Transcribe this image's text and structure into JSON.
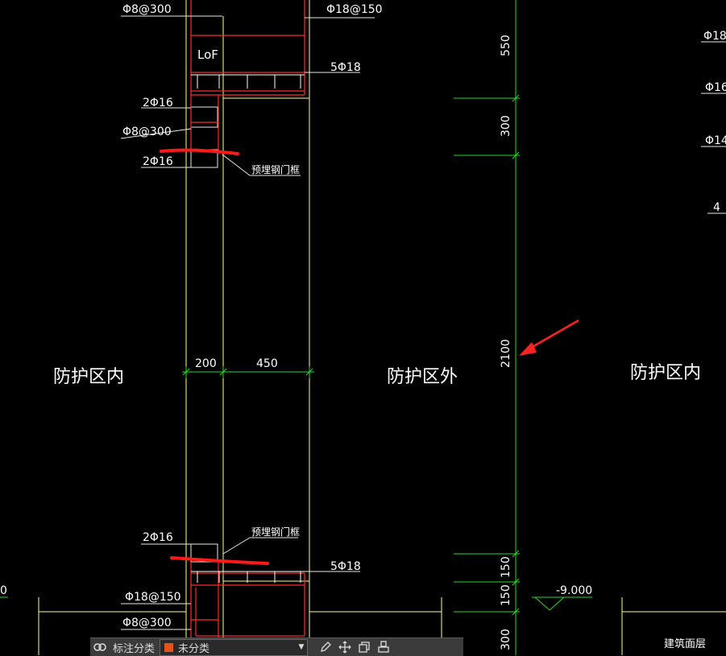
{
  "annotations": {
    "rebar_top_left": "Φ8@300",
    "rebar_top_right": "Φ18@150",
    "beam_label": "LoF",
    "rebar_5_top": "5Φ18",
    "rebar_2_upper_a": "2Φ16",
    "rebar_phi8_mid": "Φ8@300",
    "rebar_2_upper_b": "2Φ16",
    "embedded_upper": "预埋钢门框",
    "rebar_2_lower": "2Φ16",
    "embedded_lower": "预埋钢门框",
    "rebar_5_bottom": "5Φ18",
    "rebar_bottom_a": "Φ18@150",
    "rebar_bottom_b": "Φ8@300",
    "right_a": "Φ18",
    "right_b": "Φ16",
    "right_c": "Φ14",
    "right_d": "4"
  },
  "dimensions": {
    "wall_a": "200",
    "wall_b": "450",
    "vertical_550": "550",
    "vertical_300": "300",
    "vertical_2100": "2100",
    "vertical_150a": "150",
    "vertical_150b": "150",
    "vertical_300b": "300",
    "elevation": "-9.000",
    "left_edge": "0"
  },
  "zones": {
    "inside_left": "防护区内",
    "outside": "防护区外",
    "inside_right": "防护区内",
    "floor_layer": "建筑面层",
    "hidden_a": "建筑面层",
    "hidden_b": "建筑面层"
  },
  "toolbar": {
    "icons": [
      "layer-match-icon"
    ],
    "label": "标注分类",
    "select_value": "未分类",
    "swatch_color": "#e8501c",
    "tools": [
      "edit-icon",
      "move-icon",
      "copy-icon",
      "stamp-icon"
    ]
  },
  "colors": {
    "background": "#000000",
    "yellow_line": "#ffff80",
    "red_line": "#ff2a2a",
    "green_dim": "#22dd22",
    "arrow": "#ff2020"
  }
}
